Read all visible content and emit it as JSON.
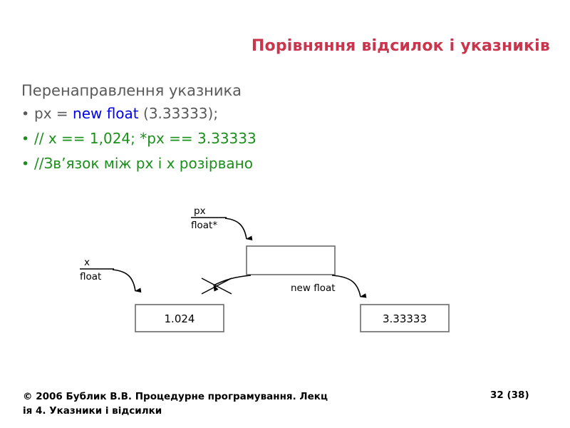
{
  "slide": {
    "title": "Порівняння відсилок і указників",
    "title_color": "#c8354d",
    "lead": "Перенаправлення указника",
    "bullets": [
      {
        "marker": "•",
        "color": "#595959",
        "segments": [
          {
            "text": "px = ",
            "color": "#595959"
          },
          {
            "text": "new float",
            "color": "#0000ee"
          },
          {
            "text": " (3.33333);",
            "color": "#595959"
          }
        ]
      },
      {
        "marker": "•",
        "color": "#1a8f1a",
        "segments": [
          {
            "text": "// x == 1,024; *px == 3.33333",
            "color": "#1a8f1a"
          }
        ]
      },
      {
        "marker": "•",
        "color": "#1a8f1a",
        "segments": [
          {
            "text": "//Зв’язок між px і x розірвано",
            "color": "#1a8f1a"
          }
        ]
      }
    ]
  },
  "diagram": {
    "labels": {
      "px_name": "px",
      "px_type": "float*",
      "x_name": "x",
      "x_type": "float",
      "new_float": "new float"
    },
    "boxes": [
      {
        "name": "x-value-box",
        "value": "1.024"
      },
      {
        "name": "pointer-box",
        "value": ""
      },
      {
        "name": "heap-value-box",
        "value": "3.33333"
      }
    ]
  },
  "footer": {
    "line1": "© 2006 Бублик В.В. Процедурне програмування. Лекц",
    "line2": "ія 4. Указники і відсилки",
    "page": "32 (38)"
  }
}
